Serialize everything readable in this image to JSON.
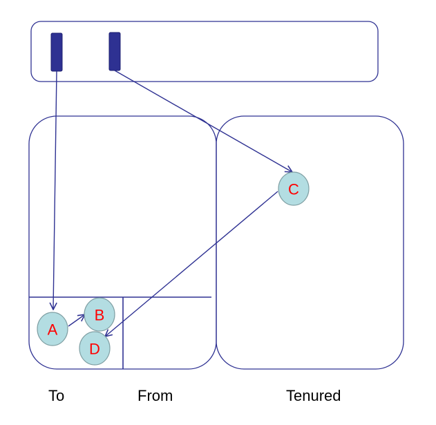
{
  "colors": {
    "outline": "#2e3192",
    "root_fill": "#2e3192",
    "node_fill": "#b3dde2",
    "node_stroke": "#7f9fa3",
    "node_text": "#ff0000",
    "label_text": "#000000"
  },
  "nodes": {
    "a": "A",
    "b": "B",
    "c": "C",
    "d": "D"
  },
  "labels": {
    "to": "To",
    "from": "From",
    "tenured": "Tenured"
  }
}
